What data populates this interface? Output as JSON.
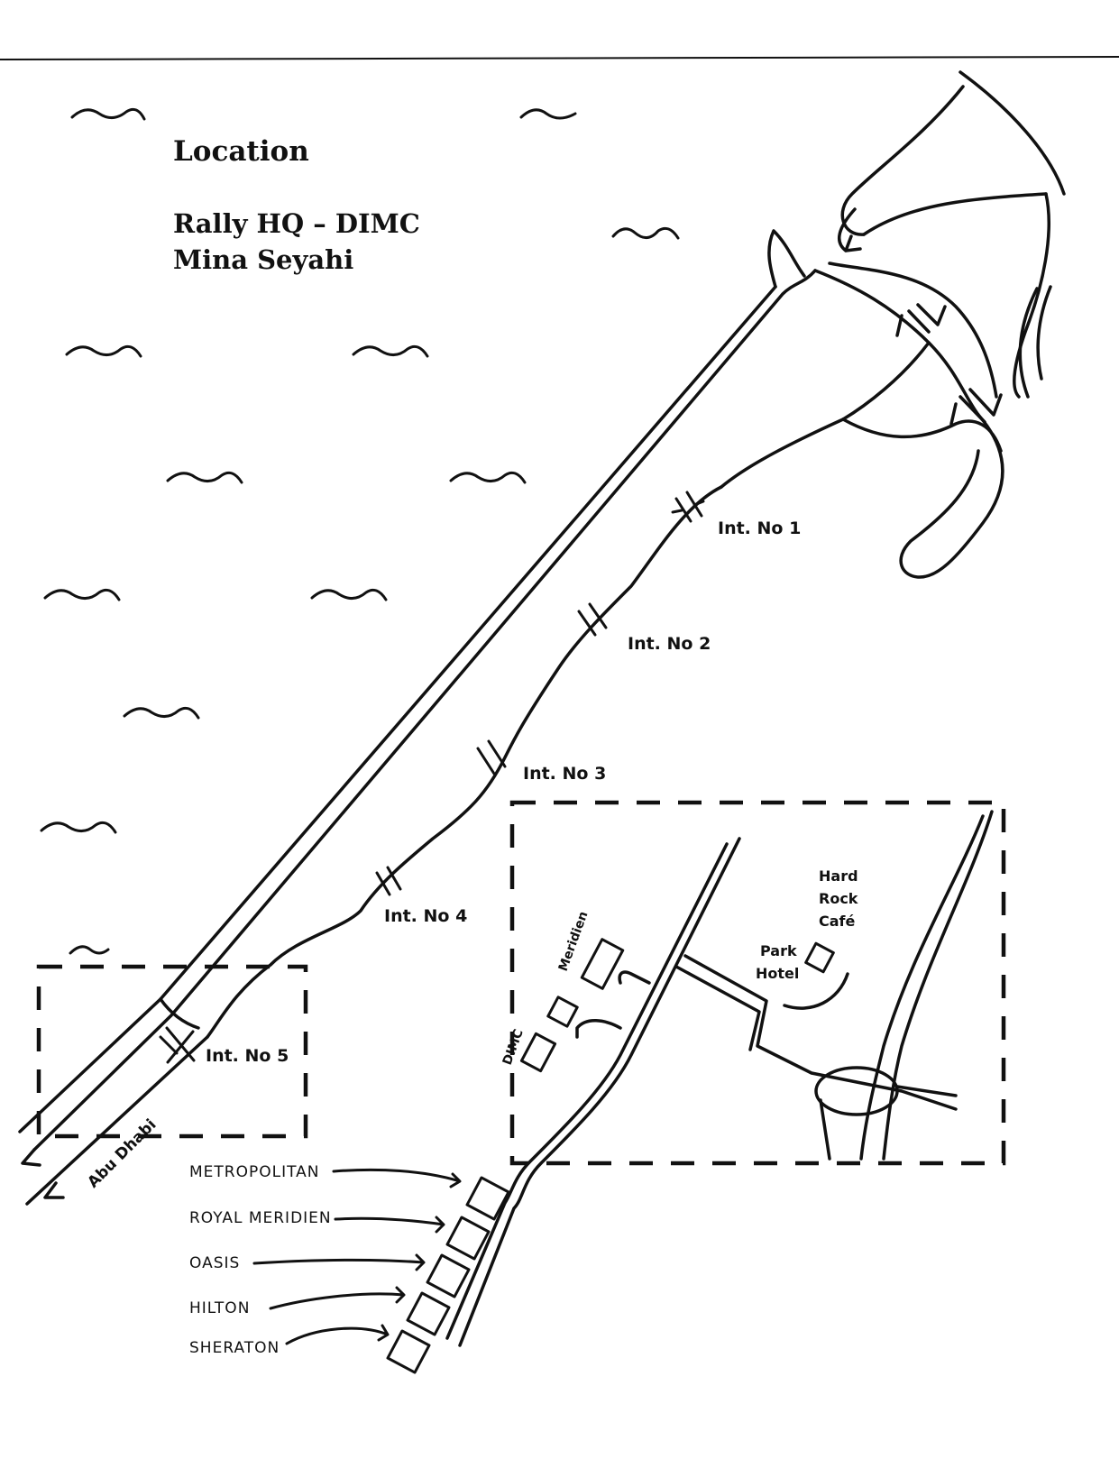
{
  "map": {
    "title": "Location",
    "subtitle_line1": "Rally HQ – DIMC",
    "subtitle_line2": "Mina Seyahi",
    "intersections": [
      "Int. No 1",
      "Int. No 2",
      "Int. No 3",
      "Int. No 4",
      "Int. No 5"
    ],
    "direction_label": "Abu Dhabi",
    "places": {
      "meridien": "Meridien",
      "dimc": "DIMC",
      "hard_rock_line1": "Hard",
      "hard_rock_line2": "Rock",
      "hard_rock_line3": "Café",
      "park_hotel_line1": "Park",
      "park_hotel_line2": "Hotel"
    },
    "hotels": [
      "METROPOLITAN",
      "ROYAL MERIDIEN",
      "OASIS",
      "HILTON",
      "SHERATON"
    ]
  }
}
